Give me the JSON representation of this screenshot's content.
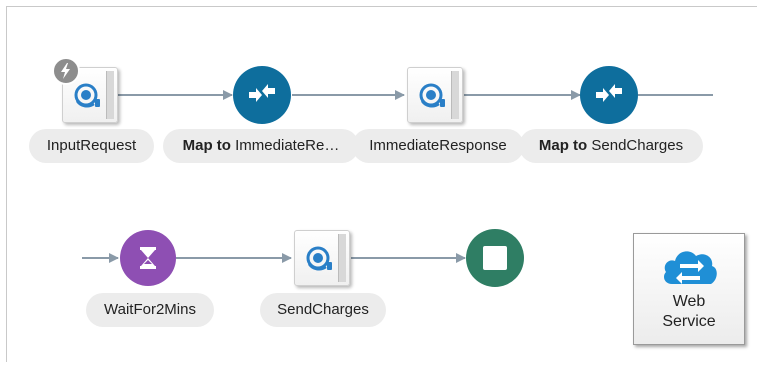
{
  "flow": {
    "row1": [
      {
        "kind": "adapter",
        "label": "InputRequest",
        "icon": "web-service-adapter-icon",
        "badge": "trigger-lightning-icon"
      },
      {
        "kind": "map",
        "label_bold": "Map to",
        "label_rest": "ImmediateRe…",
        "icon": "map-arrows-icon"
      },
      {
        "kind": "adapter",
        "label": "ImmediateResponse",
        "icon": "web-service-adapter-icon"
      },
      {
        "kind": "map",
        "label_bold": "Map to",
        "label_rest": "SendCharges",
        "icon": "map-arrows-icon"
      }
    ],
    "row2": [
      {
        "kind": "wait",
        "label": "WaitFor2Mins",
        "icon": "hourglass-icon"
      },
      {
        "kind": "adapter",
        "label": "SendCharges",
        "icon": "web-service-adapter-icon"
      },
      {
        "kind": "end",
        "icon": "stop-icon"
      }
    ]
  },
  "palette": {
    "web_service": {
      "line1": "Web",
      "line2": "Service",
      "icon": "cloud-exchange-icon"
    }
  },
  "colors": {
    "map": "#0e6e9d",
    "wait": "#8e4fb3",
    "end": "#2f7e64",
    "connector": "#8a9aa8",
    "globe": "#2a7fc7",
    "cloud": "#1f8fd6"
  }
}
